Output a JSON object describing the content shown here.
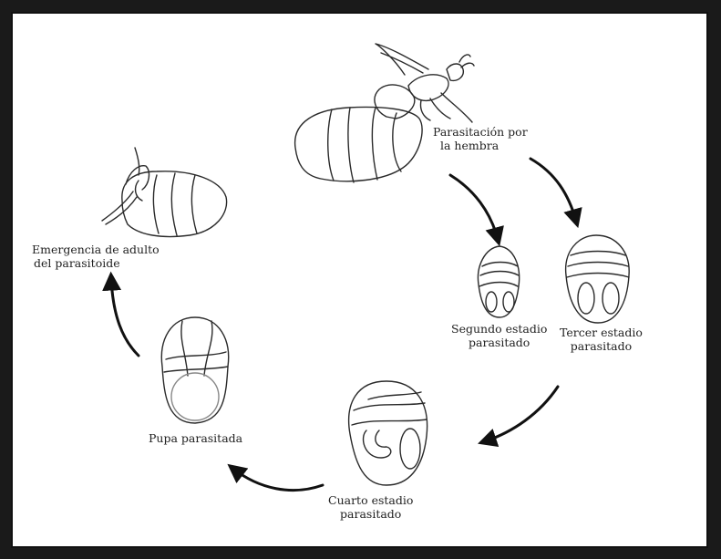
{
  "labels": {
    "parasitacion": [
      "Parasitación por",
      "la  hembra"
    ],
    "segundo": [
      "Segundo estadio",
      "parasitado"
    ],
    "tercer": [
      "Tercer estadio",
      "parasitado"
    ],
    "cuarto": [
      "Cuarto estadio",
      "parasitado"
    ],
    "pupa": [
      "Pupa parasitada"
    ],
    "emergencia": [
      "Emergencia de adulto",
      "del parasitoide"
    ]
  },
  "colors": {
    "frame": "#1a1a1a",
    "stroke": "#2a2a2a",
    "arrow": "#111111"
  }
}
